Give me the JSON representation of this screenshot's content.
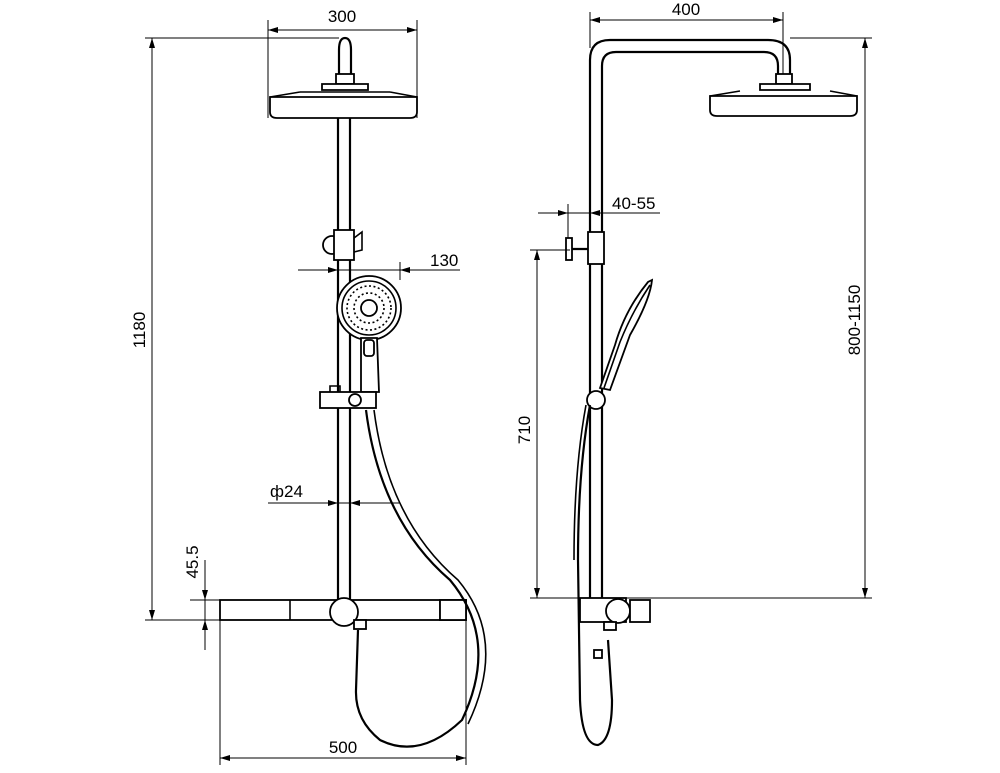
{
  "dimensions": {
    "front_width_head": "300",
    "front_height_total": "1180",
    "front_hand_shower": "130",
    "front_rail_diameter": "ф24",
    "front_shelf_height": "45.5",
    "front_shelf_width": "500",
    "side_arm_reach": "400",
    "side_wall_gap": "40-55",
    "side_bracket_height": "710",
    "side_adjustable_height": "800-1150"
  }
}
